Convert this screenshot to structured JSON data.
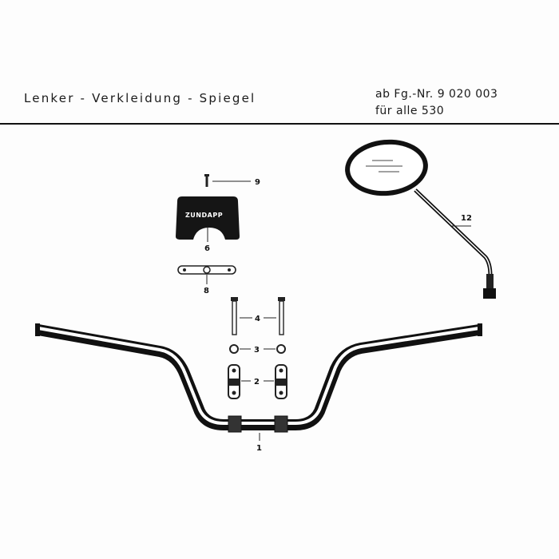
{
  "header": {
    "title": "Lenker - Verkleidung - Spiegel",
    "fg_line1": "ab Fg.-Nr. 9 020 003",
    "fg_line2": "für alle 530"
  },
  "parts": {
    "p1": "1",
    "p2": "2",
    "p3": "3",
    "p4": "4",
    "p6": "6",
    "p8": "8",
    "p9": "9",
    "p12": "12"
  },
  "cover_logo": "ZUNDAPP"
}
